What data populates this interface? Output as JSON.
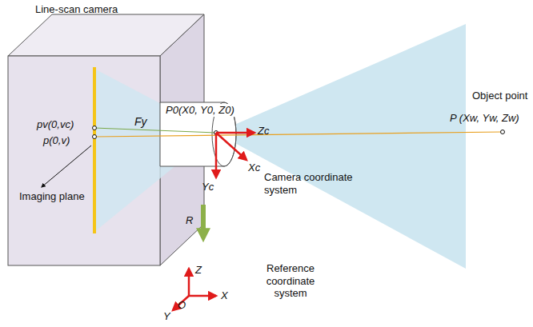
{
  "diagram": {
    "labels": [
      "Line-scan camera",
      "pv(0,vc)",
      "p(0,v)",
      "Fy",
      "P0(X0, Y0, Z0)",
      "Zc",
      "Xc",
      "Yc",
      "Camera coordinate system",
      "Imaging plane",
      "R",
      "Object point",
      "P (Xw, Yw, Zw)",
      "Reference coordinate system",
      "Z",
      "O",
      "X",
      "Y"
    ]
  }
}
